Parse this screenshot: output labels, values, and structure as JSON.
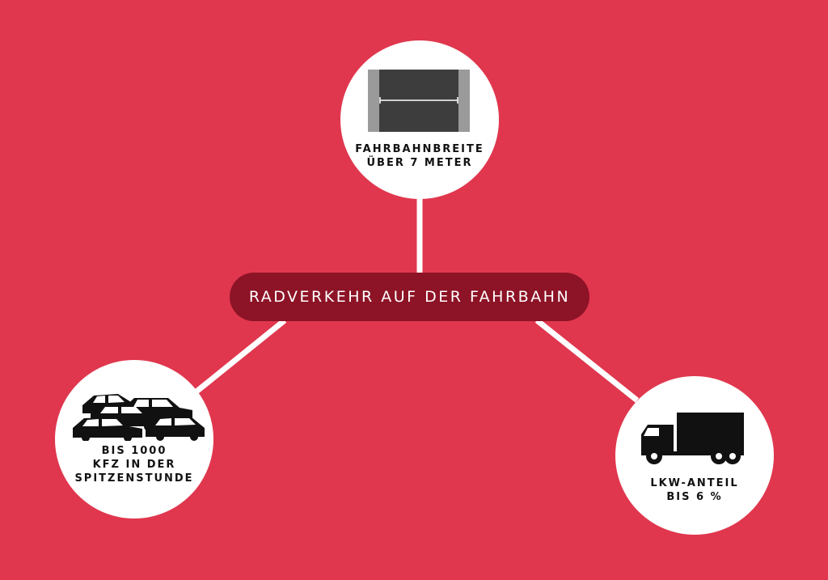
{
  "diagram": {
    "center_label": "RADVERKEHR AUF DER FAHRBAHN",
    "nodes": [
      {
        "id": "road-width",
        "icon": "road-width-icon",
        "lines": [
          "FAHRBAHNBREITE",
          "ÜBER 7 METER"
        ]
      },
      {
        "id": "traffic-volume",
        "icon": "cars-icon",
        "lines": [
          "BIS 1000",
          "KFZ IN DER",
          "SPITZENSTUNDE"
        ]
      },
      {
        "id": "truck-share",
        "icon": "truck-icon",
        "lines": [
          "LKW-ANTEIL",
          "BIS 6 %"
        ]
      }
    ]
  },
  "colors": {
    "background": "#e0374e",
    "center_pill": "#8d1326",
    "circle": "#ffffff",
    "connector": "#ffffff",
    "icon": "#111111",
    "road_surface": "#3d3d3d",
    "road_shoulder": "#9a9a9a"
  }
}
